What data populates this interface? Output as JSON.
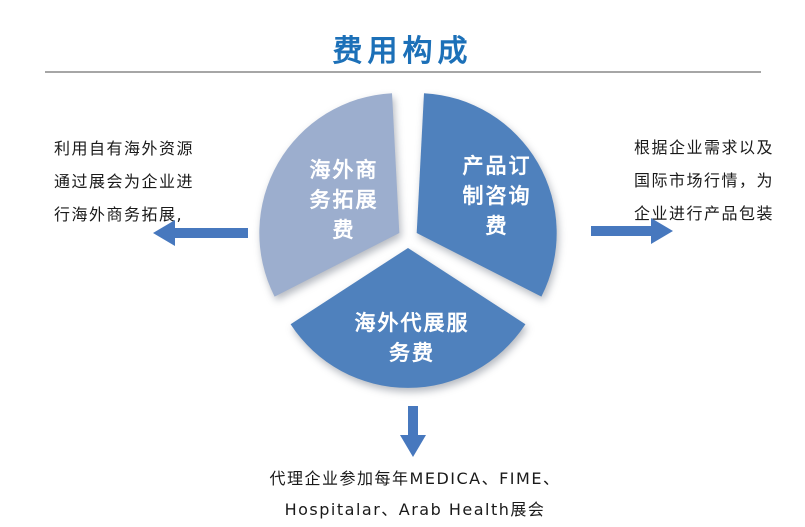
{
  "title": "费用构成",
  "colors": {
    "title": "#1c70b8",
    "divider": "#a6a6a6",
    "arrow": "#4778be",
    "segment_left": "#9caece",
    "segment_right": "#4f81bd",
    "segment_bottom": "#4f81bd"
  },
  "pie": {
    "segments": [
      {
        "id": "overseas-business-development-fee",
        "label": "海外商务拓展费",
        "color": "#9caece"
      },
      {
        "id": "product-customization-consulting-fee",
        "label": "产品订制咨询费",
        "color": "#4f81bd"
      },
      {
        "id": "overseas-exhibition-agency-service-fee",
        "label": "海外代展服务费",
        "color": "#4f81bd"
      }
    ]
  },
  "annotations": {
    "left": {
      "lines": [
        "利用自有海外资源",
        "通过展会为企业进",
        "行海外商务拓展,"
      ]
    },
    "right": {
      "lines": [
        "根据企业需求以及",
        "国际市场行情，为",
        "企业进行产品包装"
      ]
    },
    "bottom": {
      "lines": [
        "代理企业参加每年MEDICA、FIME、",
        "Hospitalar、Arab Health展会"
      ]
    }
  }
}
